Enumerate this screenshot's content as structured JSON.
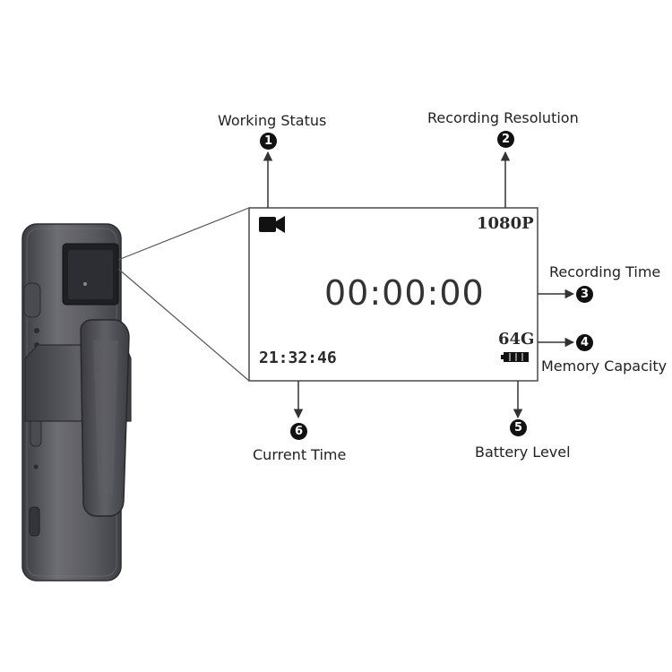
{
  "callouts": [
    {
      "number": "1",
      "label": "Working Status"
    },
    {
      "number": "2",
      "label": "Recording Resolution"
    },
    {
      "number": "3",
      "label": "Recording Time"
    },
    {
      "number": "4",
      "label": "Memory Capacity"
    },
    {
      "number": "5",
      "label": "Battery Level"
    },
    {
      "number": "6",
      "label": "Current Time"
    }
  ],
  "screen": {
    "status_icon": "video-camera-icon",
    "resolution": "1080P",
    "recording_time": "00:00:00",
    "capacity": "64G",
    "battery_icon": "battery-full-icon",
    "clock": "21:32:46"
  }
}
